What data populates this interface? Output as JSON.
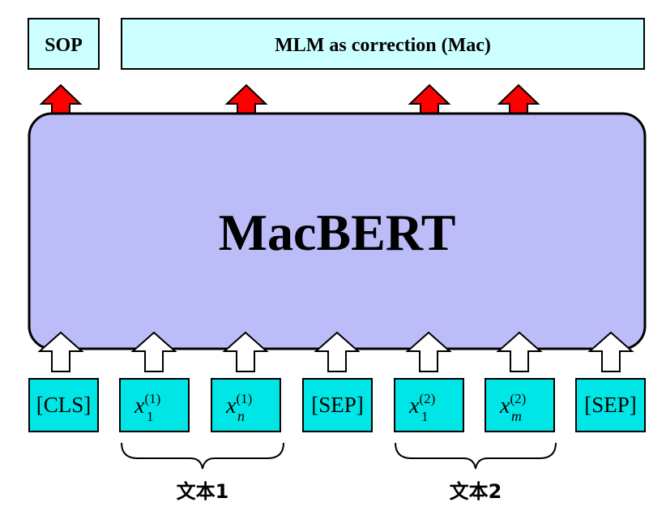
{
  "colors": {
    "head_fill": "#ccffff",
    "model_fill": "#bcbcf8",
    "token_fill": "#00e6e6",
    "output_arrow": "#ff0000",
    "input_arrow": "#ffffff"
  },
  "heads": {
    "sop": "SOP",
    "mlm": "MLM as correction (Mac)"
  },
  "model": {
    "name": "MacBERT"
  },
  "tokens": {
    "cls": "[CLS]",
    "x1_1": {
      "base": "x",
      "sub": "1",
      "sup": "(1)"
    },
    "xn_1": {
      "base": "x",
      "sub": "n",
      "sup": "(1)"
    },
    "sep1": "[SEP]",
    "x1_2": {
      "base": "x",
      "sub": "1",
      "sup": "(2)"
    },
    "xm_2": {
      "base": "x",
      "sub": "m",
      "sup": "(2)"
    },
    "sep2": "[SEP]"
  },
  "segments": {
    "text1": "文本1",
    "text2": "文本2"
  }
}
